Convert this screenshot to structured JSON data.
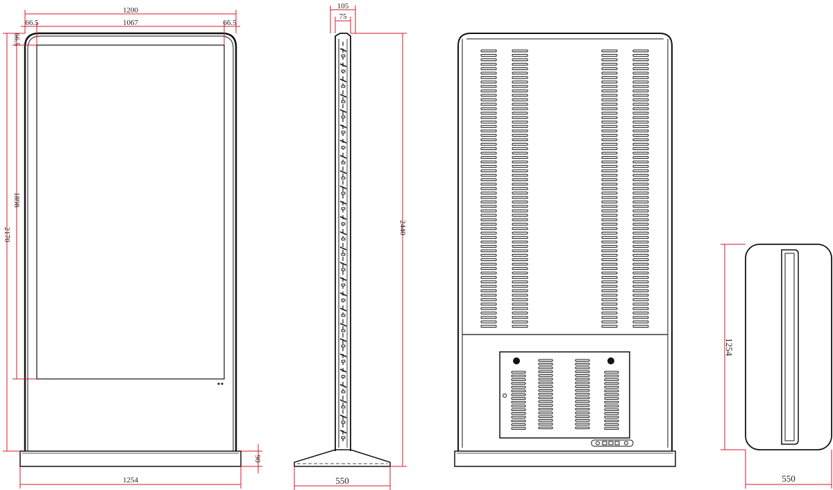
{
  "colors": {
    "dimension": "#d9142a",
    "ink": "#111111",
    "background": "#ffffff"
  },
  "front_view": {
    "width": "1200",
    "inner_width": "1067",
    "left_margin": "66.5",
    "right_margin": "66.5",
    "top_margin": "66.5",
    "screen_height": "1898",
    "total_height": "2170",
    "base_height": "90",
    "base_width": "1254"
  },
  "side_view": {
    "top_depth": "105",
    "panel_depth": "75",
    "total_height": "2440",
    "base_depth": "550"
  },
  "base_view": {
    "length": "1254",
    "depth": "550"
  }
}
